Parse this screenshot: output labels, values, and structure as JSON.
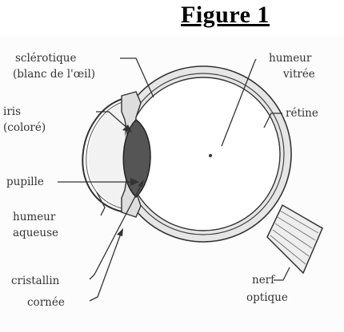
{
  "figure_title": "Figure 1",
  "labels": {
    "sclerotique": "sclérotique",
    "sclerotique_sub": "(blanc de l'œil)",
    "iris": "iris",
    "iris_sub": "(coloré)",
    "pupille": "pupille",
    "humeur_aqueuse": "humeur",
    "humeur_aqueuse_sub": "aqueuse",
    "cristallin": "cristallin",
    "cornee": "cornée",
    "humeur_vitree": "humeur",
    "humeur_vitree_sub": "vitrée",
    "retine": "rétine",
    "nerf_optique": "nerf",
    "nerf_optique_sub": "optique"
  },
  "colors": {
    "ink": "#333333",
    "lens": "#555555",
    "sclera_band": "#e6e6e6",
    "aqueous": "#f2f2f2"
  }
}
